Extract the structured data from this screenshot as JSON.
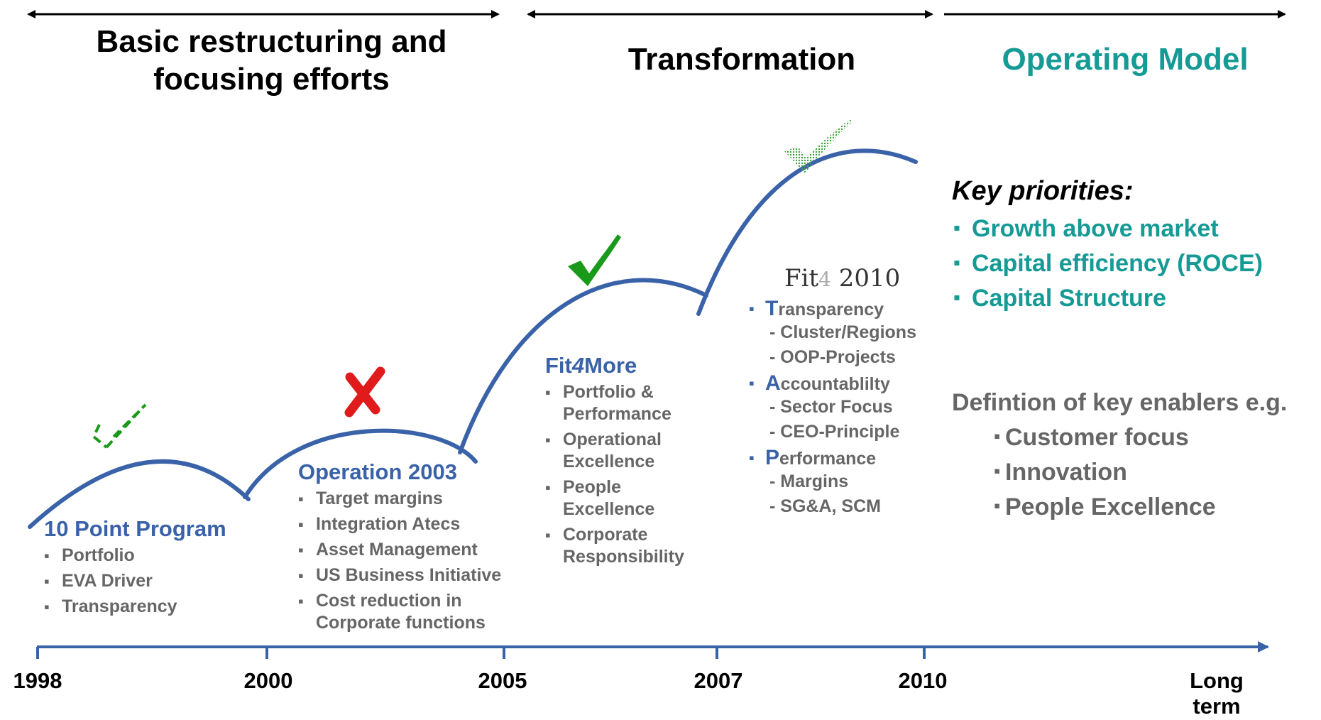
{
  "phases": [
    {
      "title_line1": "Basic restructuring and",
      "title_line2": "focusing efforts"
    },
    {
      "title": "Transformation"
    },
    {
      "title": "Operating Model"
    }
  ],
  "programs": [
    {
      "title": "10 Point Program",
      "status": "partial-check",
      "items": [
        "Portfolio",
        "EVA Driver",
        "Transparency"
      ]
    },
    {
      "title": "Operation 2003",
      "status": "cross",
      "items": [
        "Target margins",
        "Integration Atecs",
        "Asset Management",
        "US Business Initiative",
        "Cost reduction in Corporate functions"
      ]
    },
    {
      "title_a": "Fit",
      "title_b": "4",
      "title_c": "More",
      "status": "check",
      "items": [
        "Portfolio & Performance",
        "Operational Excellence",
        "People Excellence",
        "Corporate Responsibility"
      ]
    }
  ],
  "fit2010": {
    "logo_a": "Fit",
    "logo_b": "4",
    "logo_c": " 2010",
    "status": "faded-check",
    "groups": [
      {
        "initial": "T",
        "rest": "ransparency",
        "subs": [
          "- Cluster/Regions",
          "- OOP-Projects"
        ]
      },
      {
        "initial": "A",
        "rest": "ccountablilty",
        "subs": [
          "- Sector Focus",
          "- CEO-Principle"
        ]
      },
      {
        "initial": "P",
        "rest": "erformance",
        "subs": [
          "- Margins",
          "- SG&A, SCM"
        ]
      }
    ]
  },
  "key_priorities": {
    "title": "Key priorities:",
    "items": [
      "Growth above market",
      "Capital efficiency (ROCE)",
      "Capital Structure"
    ]
  },
  "enablers": {
    "title": "Defintion of key enablers e.g.",
    "items": [
      "Customer focus",
      "Innovation",
      "People Excellence"
    ]
  },
  "timeline": {
    "years": [
      "1998",
      "2000",
      "2005",
      "2007",
      "2010"
    ],
    "long_term_line1": "Long",
    "long_term_line2": "term"
  },
  "colors": {
    "curve": "#3a62a8",
    "accent_teal": "#169a95",
    "check_green": "#1a9a1a",
    "cross_red": "#e01b1b",
    "bullet_gray": "#666666"
  },
  "icons": [
    "partial-check-icon",
    "cross-icon",
    "check-icon",
    "faded-check-icon",
    "arrow-icon"
  ]
}
